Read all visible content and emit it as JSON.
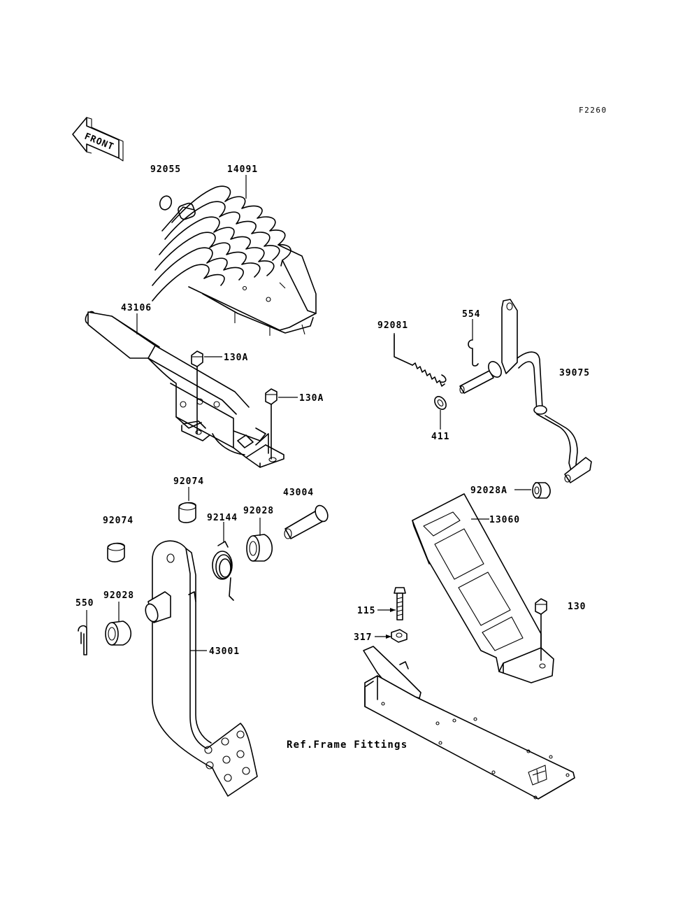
{
  "figure_code": "F2260",
  "front_label": "FRONT",
  "note": "Ref.Frame Fittings",
  "labels": {
    "p92055": "92055",
    "p14091": "14091",
    "p43106": "43106",
    "p130A_1": "130A",
    "p130A_2": "130A",
    "p92081": "92081",
    "p554": "554",
    "p39075": "39075",
    "p411": "411",
    "p92074_1": "92074",
    "p92074_2": "92074",
    "p43004": "43004",
    "p92144": "92144",
    "p92028_1": "92028",
    "p92028A": "92028A",
    "p13060": "13060",
    "p550": "550",
    "p92028_2": "92028",
    "p115": "115",
    "p130": "130",
    "p317": "317",
    "p43001": "43001"
  }
}
